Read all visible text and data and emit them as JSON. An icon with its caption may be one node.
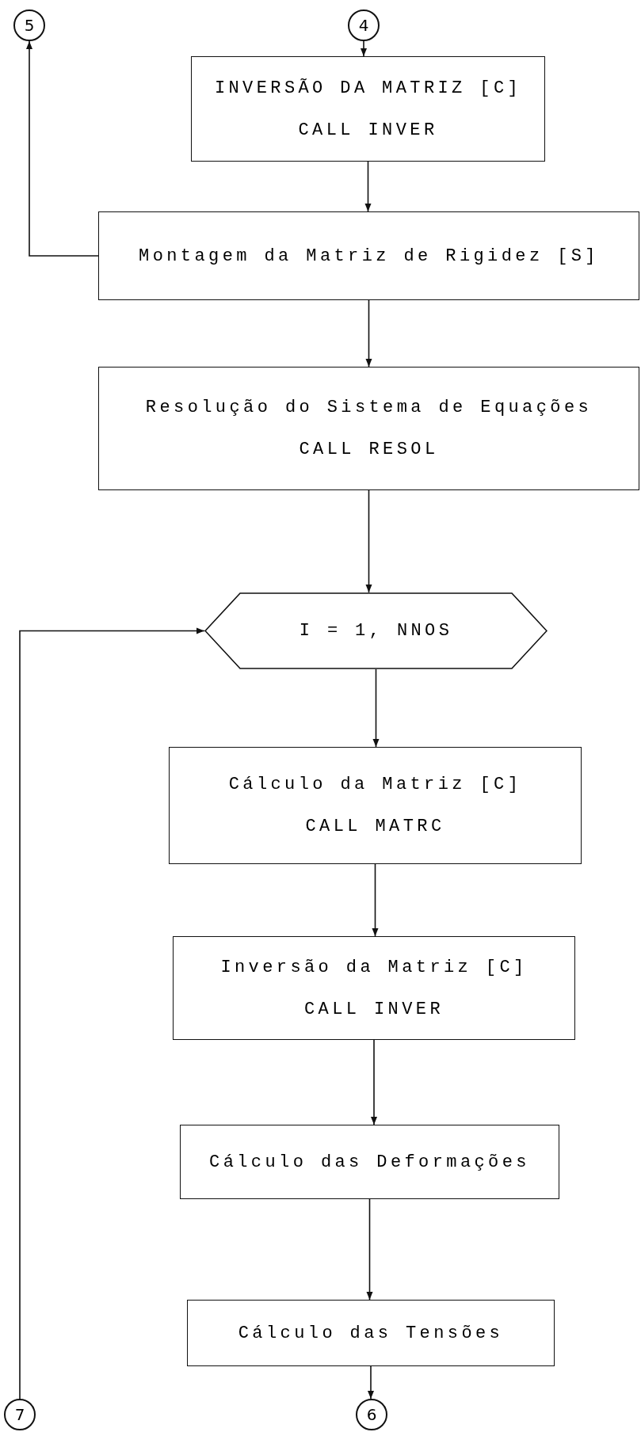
{
  "diagram": {
    "nodes": [
      {
        "text": [
          "5"
        ]
      },
      {
        "text": [
          "4"
        ]
      },
      {
        "text": [
          "INVERSÃO DA MATRIZ [C]",
          "CALL INVER"
        ]
      },
      {
        "text": [
          "Montagem da Matriz de Rigidez [S]"
        ]
      },
      {
        "text": [
          "Resolução do Sistema de Equações",
          "CALL RESOL"
        ]
      },
      {
        "text": [
          "I = 1, NNOS"
        ]
      },
      {
        "text": [
          "Cálculo da Matriz [C]",
          "CALL MATRC"
        ]
      },
      {
        "text": [
          "Inversão da Matriz [C]",
          "CALL INVER"
        ]
      },
      {
        "text": [
          "Cálculo das Deformações"
        ]
      },
      {
        "text": [
          "Cálculo das Tensões"
        ]
      },
      {
        "text": [
          "7"
        ]
      },
      {
        "text": [
          "6"
        ]
      }
    ],
    "edges": [
      {
        "from": 1,
        "to": 2,
        "arrow": "to"
      },
      {
        "from": 2,
        "to": 3,
        "arrow": "to"
      },
      {
        "from": 3,
        "to": 0,
        "arrow": "to"
      },
      {
        "from": 3,
        "to": 4,
        "arrow": "to"
      },
      {
        "from": 4,
        "to": 5,
        "arrow": "to"
      },
      {
        "from": 10,
        "to": 5,
        "arrow": "to"
      },
      {
        "from": 5,
        "to": 6,
        "arrow": "to"
      },
      {
        "from": 6,
        "to": 7,
        "arrow": "to"
      },
      {
        "from": 7,
        "to": 8,
        "arrow": "to"
      },
      {
        "from": 8,
        "to": 9,
        "arrow": "to"
      },
      {
        "from": 9,
        "to": 11,
        "arrow": "to"
      }
    ]
  }
}
